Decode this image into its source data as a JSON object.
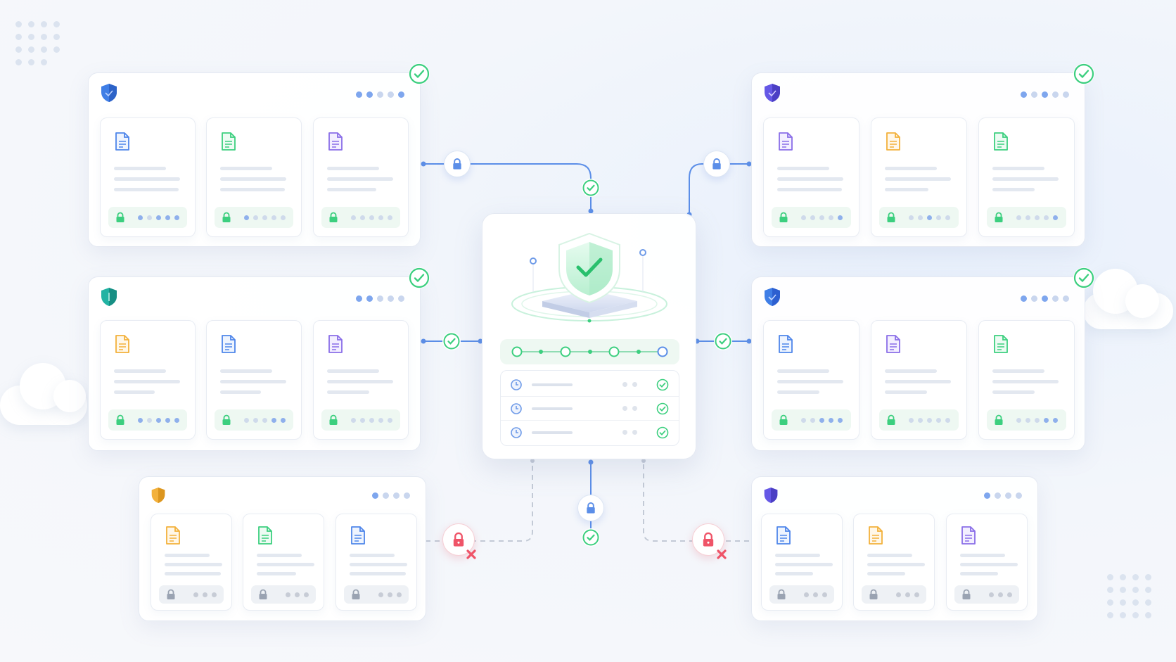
{
  "colors": {
    "blue": "#4f86ea",
    "green": "#3ccf7f",
    "purple": "#8a6ee8",
    "amber": "#f3b13b",
    "teal": "#22b3a3",
    "indigo": "#6558e6",
    "red": "#ef5468",
    "gray": "#9aa3b2"
  },
  "panels": [
    {
      "id": "top-left",
      "shield": "teal-blue",
      "verified": true,
      "docs": [
        "blue",
        "green",
        "purple"
      ],
      "locked": true
    },
    {
      "id": "mid-left",
      "shield": "teal",
      "verified": true,
      "docs": [
        "amber",
        "blue",
        "purple"
      ],
      "locked": true
    },
    {
      "id": "bottom-left",
      "shield": "amber",
      "verified": false,
      "docs": [
        "amber",
        "green",
        "blue"
      ],
      "locked": false
    },
    {
      "id": "top-right",
      "shield": "indigo",
      "verified": true,
      "docs": [
        "purple",
        "amber",
        "green"
      ],
      "locked": true
    },
    {
      "id": "mid-right",
      "shield": "blue",
      "verified": true,
      "docs": [
        "blue",
        "purple",
        "green"
      ],
      "locked": true
    },
    {
      "id": "bottom-right",
      "shield": "indigo",
      "verified": false,
      "docs": [
        "blue",
        "amber",
        "purple"
      ],
      "locked": false
    }
  ],
  "hub": {
    "icon": "shield-check-icon",
    "steps": 4,
    "log_rows": [
      {
        "icon": "clock-icon",
        "status": "check-icon"
      },
      {
        "icon": "clock-icon",
        "status": "check-icon"
      },
      {
        "icon": "clock-icon",
        "status": "check-icon"
      }
    ]
  },
  "connections": [
    {
      "from": "top-left",
      "badge": "lock-icon",
      "status": "verified"
    },
    {
      "from": "mid-left",
      "badge": "check-icon",
      "status": "verified"
    },
    {
      "from": "top-right",
      "badge": "lock-icon",
      "status": "verified"
    },
    {
      "from": "mid-right",
      "badge": "check-icon",
      "status": "verified"
    },
    {
      "from": "bottom-center",
      "badge": "lock-icon",
      "status": "verified"
    },
    {
      "from": "bottom-left",
      "badge": "lock-icon",
      "status": "blocked"
    },
    {
      "from": "bottom-right",
      "badge": "lock-icon",
      "status": "blocked"
    }
  ]
}
